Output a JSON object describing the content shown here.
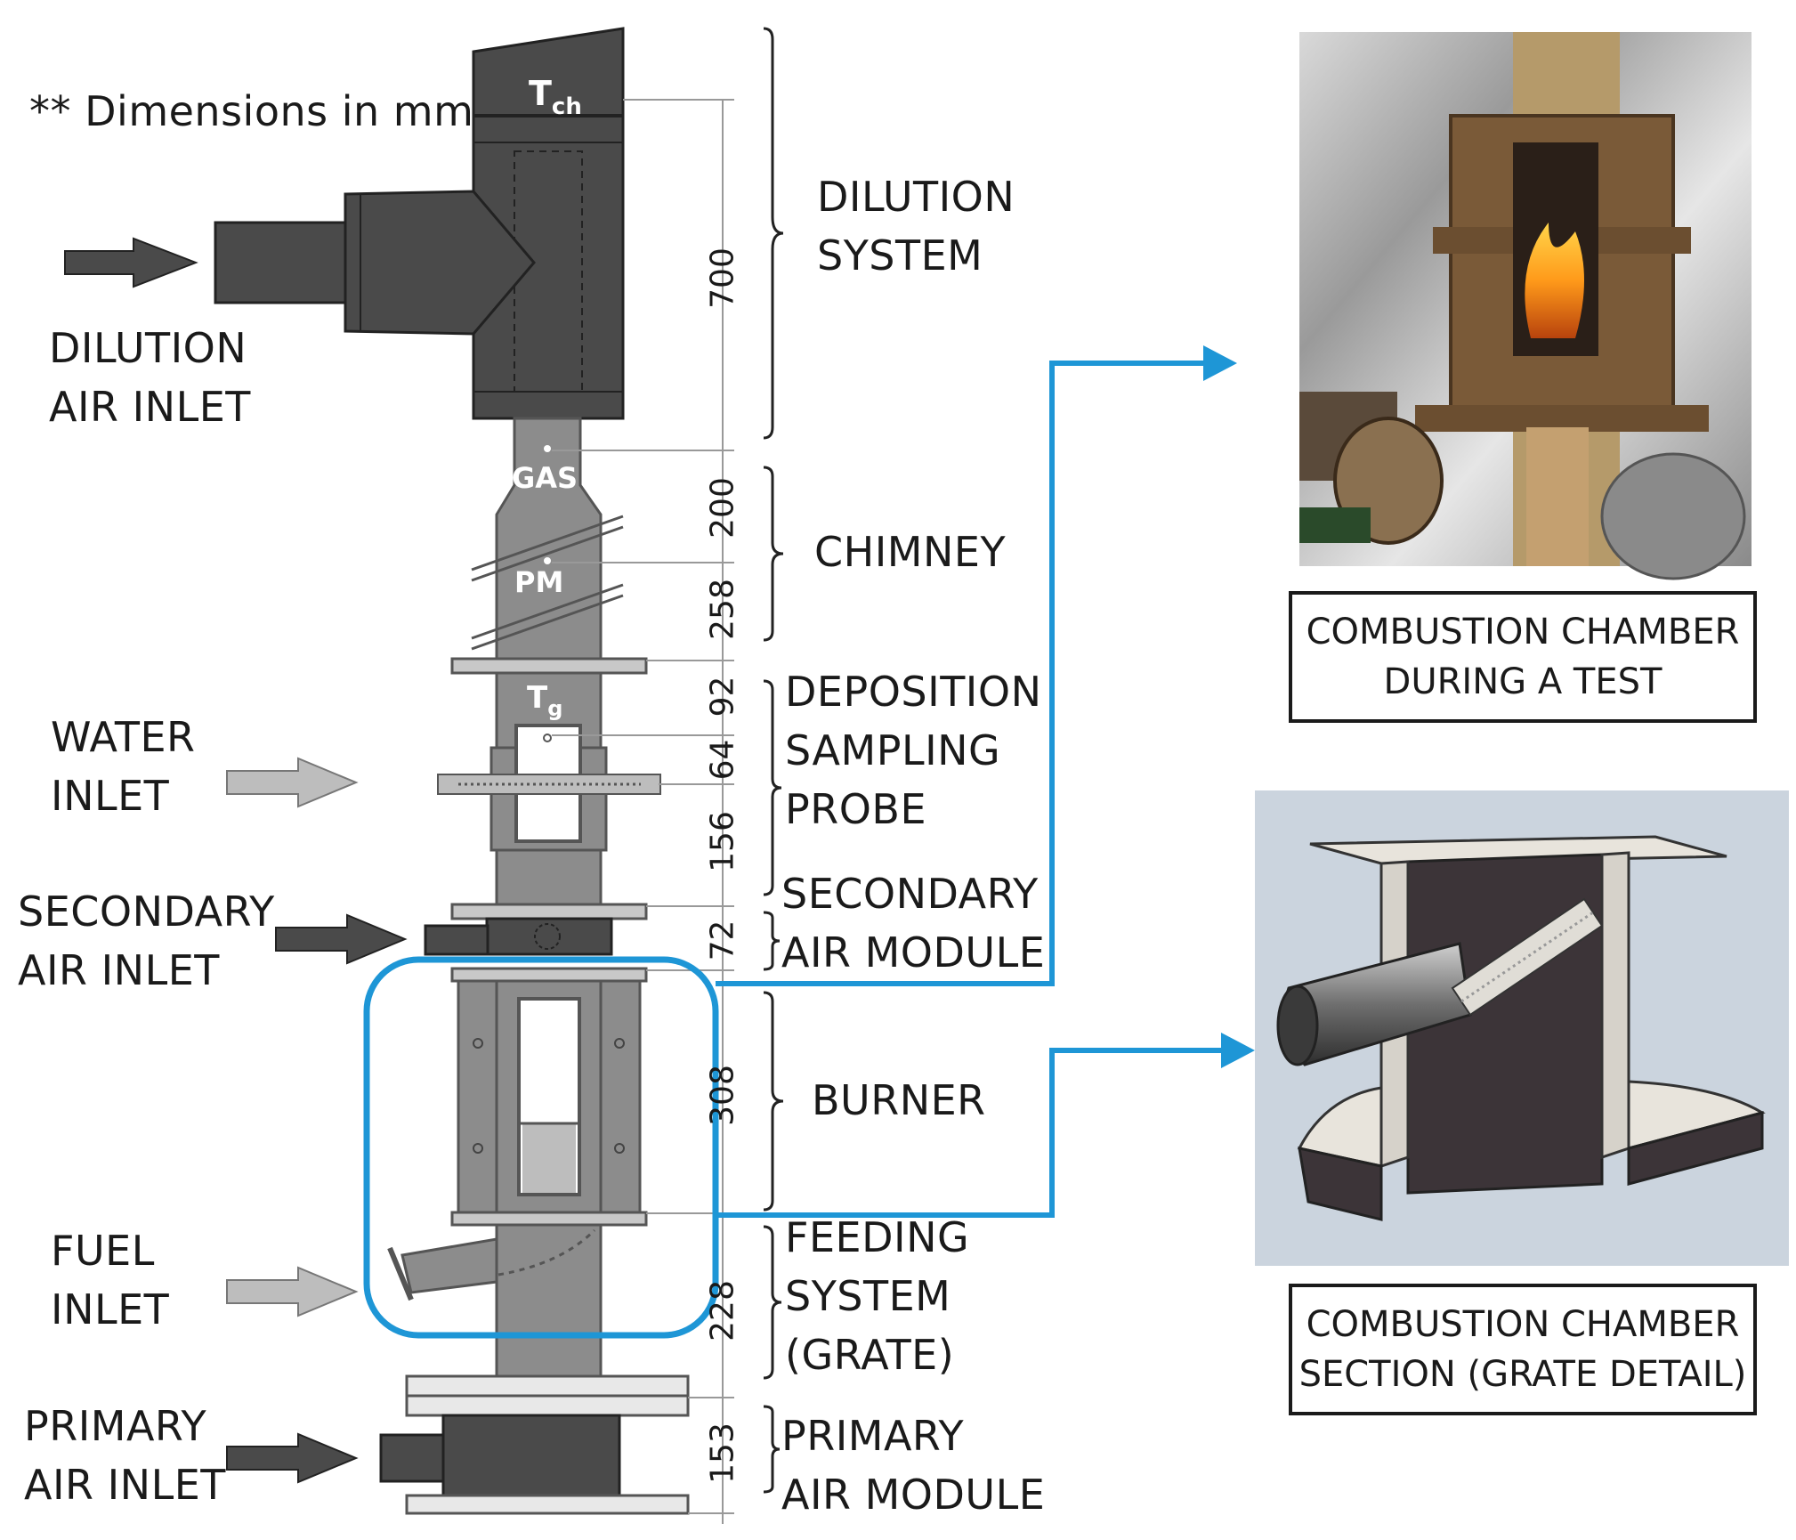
{
  "note": "** Dimensions in mm",
  "sections": {
    "dilution": "DILUTION\nSYSTEM",
    "chimney": "CHIMNEY",
    "deposition": "DEPOSITION\nSAMPLING\nPROBE",
    "secondary_module": "SECONDARY\nAIR MODULE",
    "burner": "BURNER",
    "feeding": "FEEDING\nSYSTEM\n(GRATE)",
    "primary_module": "PRIMARY\nAIR MODULE"
  },
  "inlets": {
    "dilution": "DILUTION\nAIR INLET",
    "water": "WATER\nINLET",
    "secondary": "SECONDARY\nAIR INLET",
    "fuel": "FUEL\nINLET",
    "primary": "PRIMARY\nAIR INLET"
  },
  "dimensions": {
    "d700": "700",
    "d200": "200",
    "d258": "258",
    "d92": "92",
    "d64": "64",
    "d156": "156",
    "d72": "72",
    "d308": "308",
    "d228": "228",
    "d153": "153"
  },
  "sensors": {
    "tch": "T",
    "tch_sub": "ch",
    "gas": "GAS",
    "pm": "PM",
    "tg": "T",
    "tg_sub": "g"
  },
  "photo_captions": {
    "test": "COMBUSTION CHAMBER\nDURING A TEST",
    "section": "COMBUSTION CHAMBER\nSECTION (GRATE DETAIL)"
  },
  "colors": {
    "dark": "#4a4a4a",
    "mid": "#8c8c8c",
    "light": "#bdbdbd",
    "highlight": "#1e96d6"
  }
}
